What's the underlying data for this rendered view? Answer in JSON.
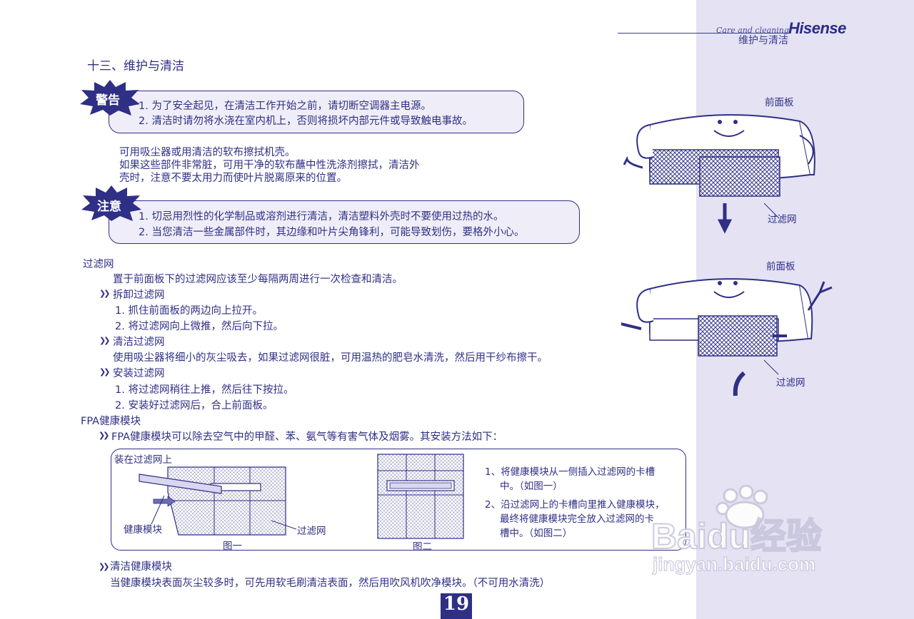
{
  "header": {
    "brand": "Hisense",
    "section_en": "Care and cleaning",
    "section_zh": "维护与清洁"
  },
  "title": "十三、维护与清洁",
  "warning": {
    "label": "警告",
    "items": [
      "1. 为了安全起见，在清洁工作开始之前，请切断空调器主电源。",
      "2. 清洁时请勿将水浇在室内机上，否则将损坏内部元件或导致触电事故。"
    ]
  },
  "intro": [
    "可用吸尘器或用清洁的软布擦拭机壳。",
    "如果这些部件非常脏，可用干净的软布蘸中性洗涤剂擦拭，清洁外",
    "壳时，注意不要太用力而使叶片脱离原来的位置。"
  ],
  "caution": {
    "label": "注意",
    "items": [
      "1. 切忌用烈性的化学制品或溶剂进行清洁，清洁塑料外壳时不要使用过热的水。",
      "2. 当您清洁一些金属部件时，其边缘和叶片尖角锋利，可能导致划伤，要格外小心。"
    ]
  },
  "filter": {
    "heading": "过滤网",
    "desc": "置于前面板下的过滤网应该至少每隔两周进行一次检查和清洁。",
    "remove_title": "拆卸过滤网",
    "remove_steps": [
      "1. 抓住前面板的两边向上拉开。",
      "2. 将过滤网向上微推，然后向下拉。"
    ],
    "clean_title": "清洁过滤网",
    "clean_desc": "使用吸尘器将细小的灰尘吸去，如果过滤网很脏，可用温热的肥皂水清洗，然后用干纱布擦干。",
    "install_title": "安装过滤网",
    "install_steps": [
      "1. 将过滤网稍往上推，然后往下按拉。",
      "2. 安装好过滤网后，合上前面板。"
    ]
  },
  "fpa": {
    "heading": "FPA健康模块",
    "desc": "FPA健康模块可以除去空气中的甲醛、苯、氨气等有害气体及烟雾。其安装方法如下：",
    "fig_box_title": "装在过滤网上",
    "label_module": "健康模块",
    "label_filter": "过滤网",
    "fig1": "图一",
    "fig2": "图二",
    "steps": [
      "1、将健康模块从一侧插入过滤网的卡槽",
      "中。（如图一）",
      "2、沿过滤网上的卡槽向里推入健康模块，",
      "最终将健康模块完全放入过滤网的卡",
      "槽中。（如图二）"
    ],
    "clean_title": "清洁健康模块",
    "clean_desc": "当健康模块表面灰尘较多时，可先用软毛刷清洁表面，然后用吹风机吹净模块。（不可用水清洗）"
  },
  "illustrations": {
    "top_panel_label": "前面板",
    "top_filter_label": "过滤网",
    "bottom_panel_label": "前面板",
    "bottom_filter_label": "过滤网"
  },
  "page_number": "19",
  "watermark": {
    "brand": "Baidu经验",
    "url": "jingyan.baidu.com"
  },
  "colors": {
    "ink": "#2f2f86",
    "sidebar": "#e4e2f3",
    "box_fill": "#efeef8"
  }
}
